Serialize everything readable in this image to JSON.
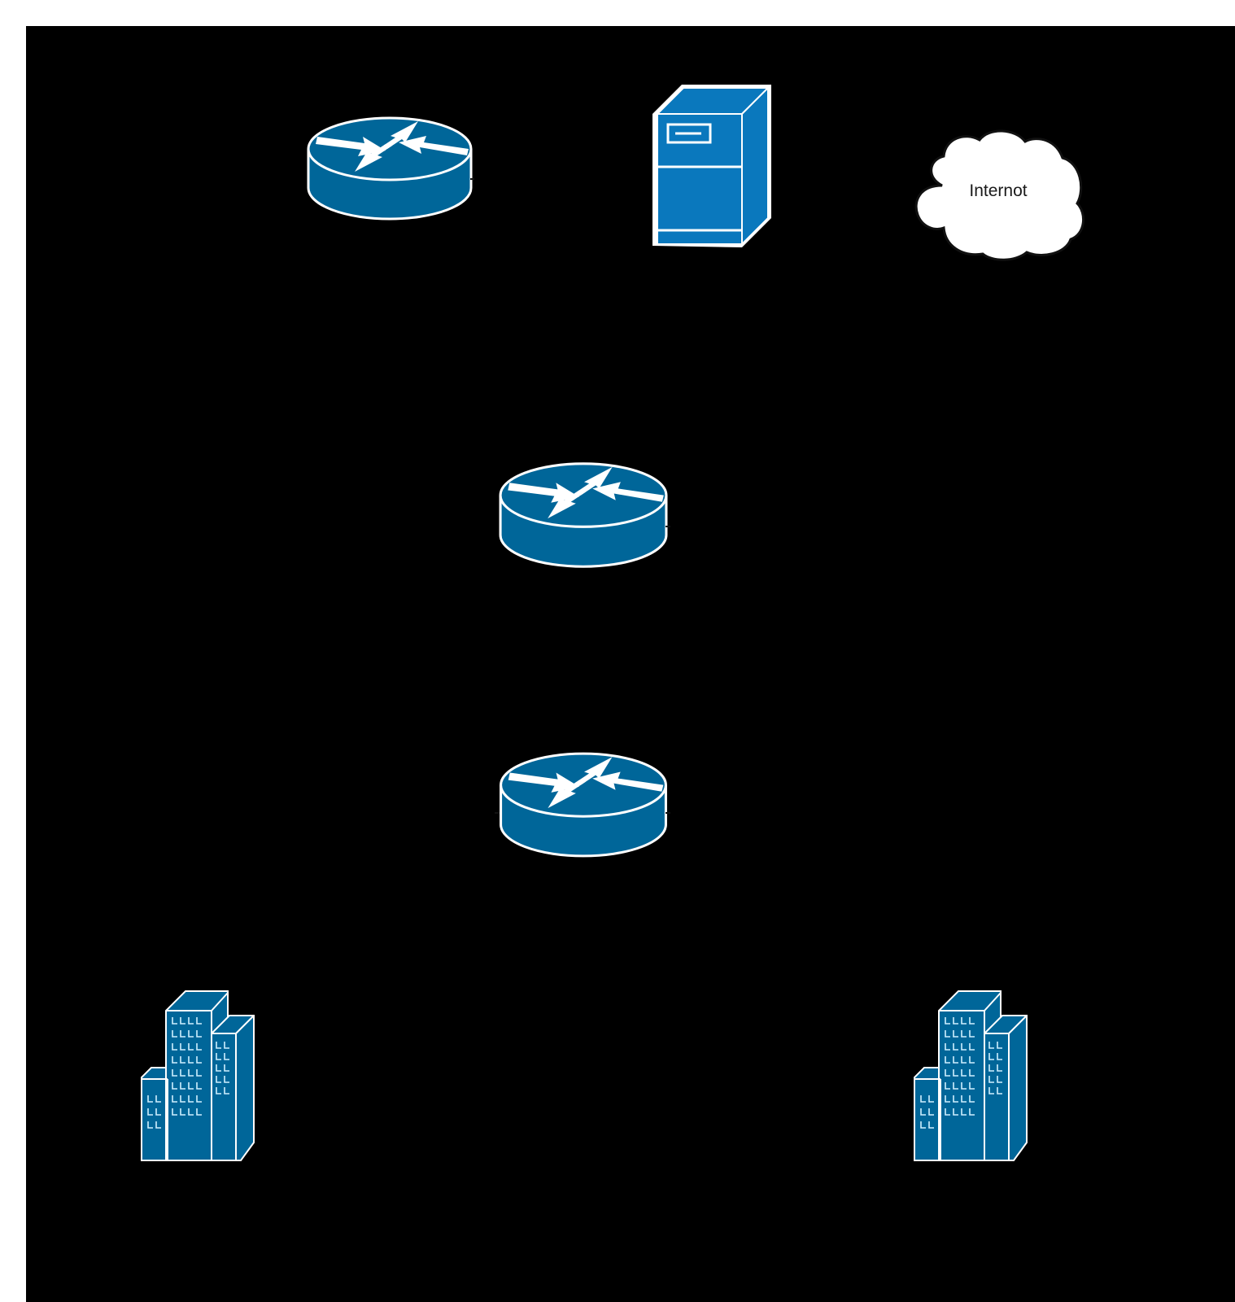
{
  "diagram": {
    "type": "network-topology",
    "background_color": "#000000",
    "page_color": "#ffffff",
    "icon_color": "#006699",
    "server_color": "#0a78bd",
    "nodes": [
      {
        "id": "router-top",
        "kind": "router",
        "label": ""
      },
      {
        "id": "server",
        "kind": "server",
        "label": ""
      },
      {
        "id": "internet-cloud",
        "kind": "cloud",
        "label": "Internot"
      },
      {
        "id": "router-middle",
        "kind": "router",
        "label": ""
      },
      {
        "id": "router-bottom",
        "kind": "router",
        "label": ""
      },
      {
        "id": "building-left",
        "kind": "building",
        "label": ""
      },
      {
        "id": "building-right",
        "kind": "building",
        "label": ""
      }
    ]
  }
}
